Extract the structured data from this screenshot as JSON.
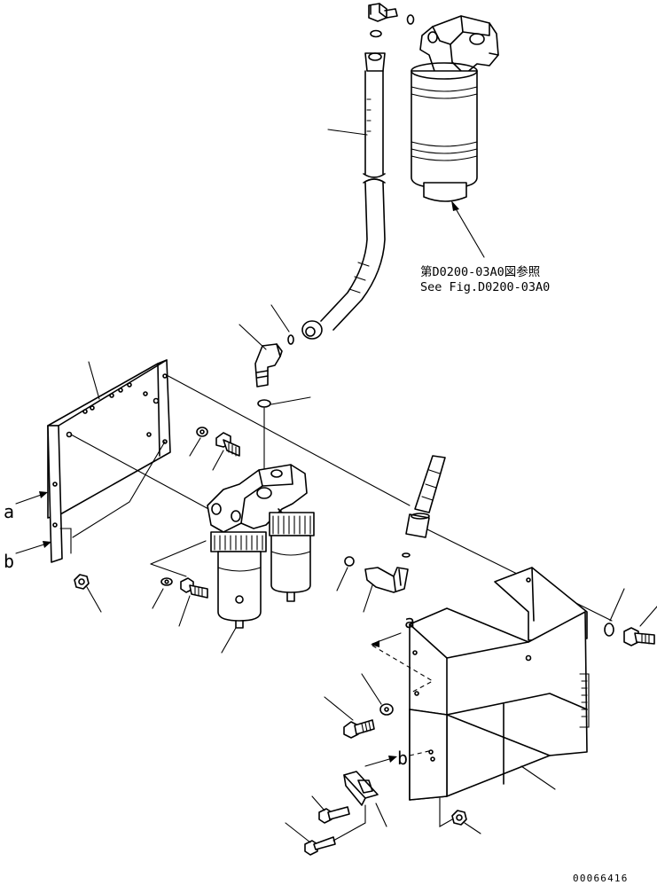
{
  "reference": {
    "line_jp": "第D0200-03A0図参照",
    "line_en": "See Fig.D0200-03A0"
  },
  "markers": {
    "a": "a",
    "b": "b"
  },
  "drawing_number": "00066416"
}
